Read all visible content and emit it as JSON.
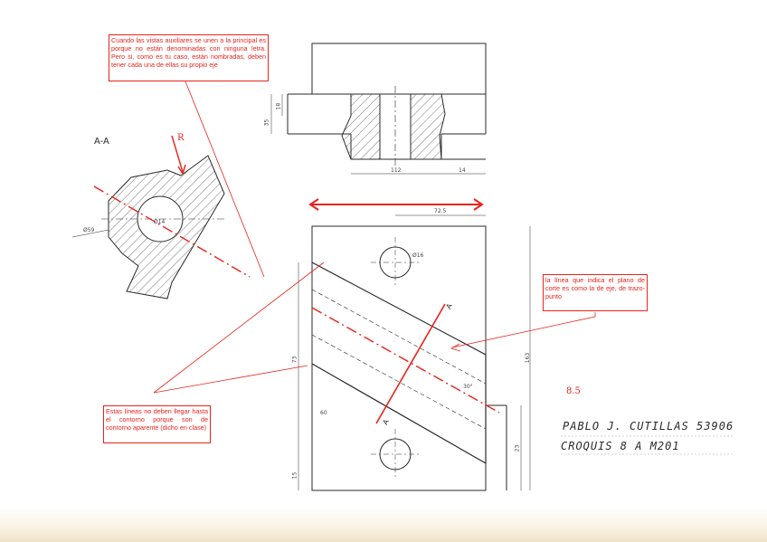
{
  "annotations": {
    "auxiliary_views": "Cuando las vistas auxiliares se unen a la principal es porque no están denominadas con ninguna letra. Pero si, como es tu caso, están nombradas, deben tener cada una de ellas su propio eje",
    "cutting_plane": "la línea que indica el plano de corte es como la de eje, de trazo-punto",
    "hidden_lines": "Estas líneas no deben llegar hasta el contorno porque son de contorno aparente (dicho en clase)"
  },
  "grade": "8.5",
  "section_label": "A-A",
  "view_arrow_label": "R",
  "cut_markers": [
    "A",
    "A"
  ],
  "title_block": {
    "author": "PABLO J. CUTILLAS 53906",
    "sheet": "CROQUIS 8 A M201"
  },
  "dimensions": {
    "front_height_outer": "35",
    "front_height_inner": "18",
    "front_bottom_width": "112",
    "front_bottom_step": "14",
    "plan_top": "72.5",
    "plan_right_height": "163",
    "plan_left_height": "73",
    "plan_left_bottom": "15",
    "plan_right_bottom": "23",
    "hole_top": "Ø16",
    "angle": "30°",
    "slot_dim": "60",
    "section_hole": "Ø14",
    "section_outer": "Ø59"
  },
  "colors": {
    "annotation_red": "#e8231c",
    "pencil": "#2a2a2a"
  }
}
